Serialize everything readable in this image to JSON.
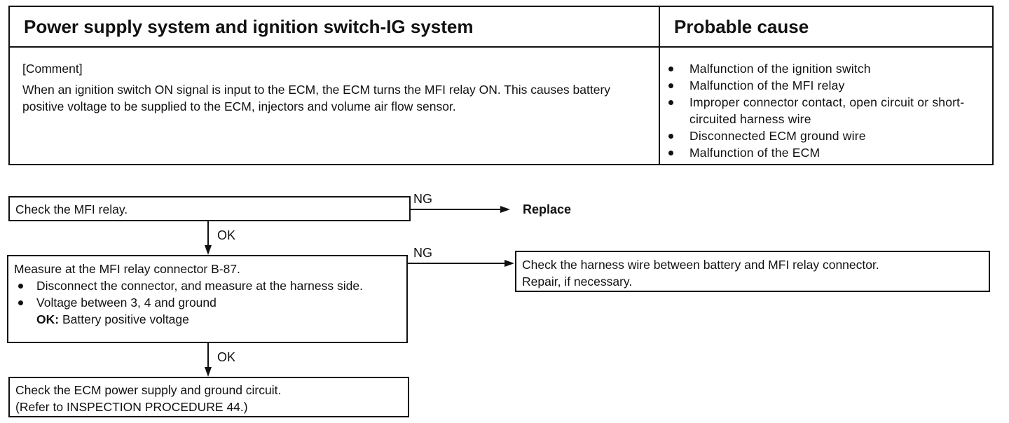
{
  "header": {
    "left_title": "Power supply system and ignition switch-IG system",
    "right_title": "Probable cause",
    "comment_label": "[Comment]",
    "comment_text": "When an ignition switch ON signal is input to the ECM, the ECM turns the MFI relay ON. This causes battery positive voltage to be supplied to the ECM, injectors and volume air flow sensor.",
    "causes": [
      "Malfunction of the ignition switch",
      "Malfunction of the MFI relay",
      "Improper connector contact, open circuit or short-circuited harness wire",
      "Disconnected ECM ground wire",
      "Malfunction of the ECM"
    ]
  },
  "flow": {
    "step1": "Check the MFI relay.",
    "step1_ng": "NG",
    "step1_ng_action": "Replace",
    "step1_ok": "OK",
    "step2_title": "Measure at the MFI relay connector B-87.",
    "step2_item1": "Disconnect the connector, and measure at the harness side.",
    "step2_item2": "Voltage between 3, 4 and ground",
    "step2_ok_label": "OK:",
    "step2_ok_value": "Battery positive voltage",
    "step2_ng": "NG",
    "step2_ng_line1": "Check the harness wire between battery and MFI relay connector.",
    "step2_ng_line2": "Repair, if necessary.",
    "step2_ok": "OK",
    "step3_line1": "Check the ECM power supply and ground circuit.",
    "step3_line2": "(Refer to INSPECTION PROCEDURE 44.)"
  }
}
